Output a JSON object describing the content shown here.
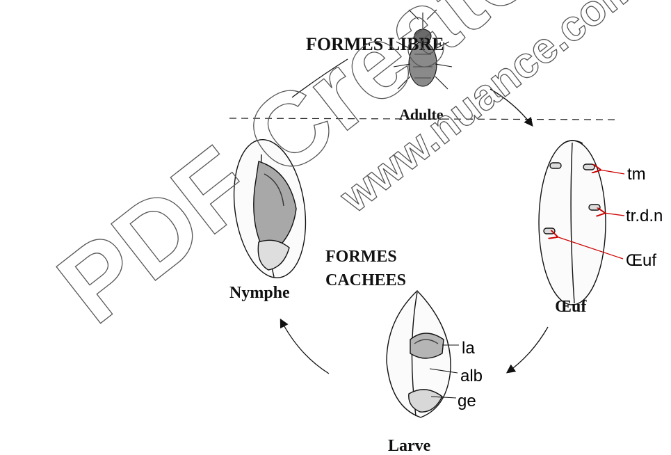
{
  "diagram": {
    "zones": {
      "free_forms": "FORMES LIBRE",
      "hidden_forms_line1": "FORMES",
      "hidden_forms_line2": "CACHEES"
    },
    "stages": {
      "adult": "Adulte",
      "egg": "Œuf",
      "larva": "Larve",
      "nymph": "Nymphe"
    },
    "egg_annotations": {
      "tm": "tm",
      "trdn": "tr.d.n",
      "oeuf": "Œuf"
    },
    "larva_annotations": {
      "la": "la",
      "alb": "alb",
      "ge": "ge"
    },
    "annotation_color": "#cc0000",
    "icons": [
      "weevil-adult-icon",
      "grain-egg-icon",
      "grain-larva-icon",
      "grain-nymph-icon"
    ]
  },
  "watermark": {
    "line1": "PDF Create!",
    "line2": "www.nuance.com"
  }
}
